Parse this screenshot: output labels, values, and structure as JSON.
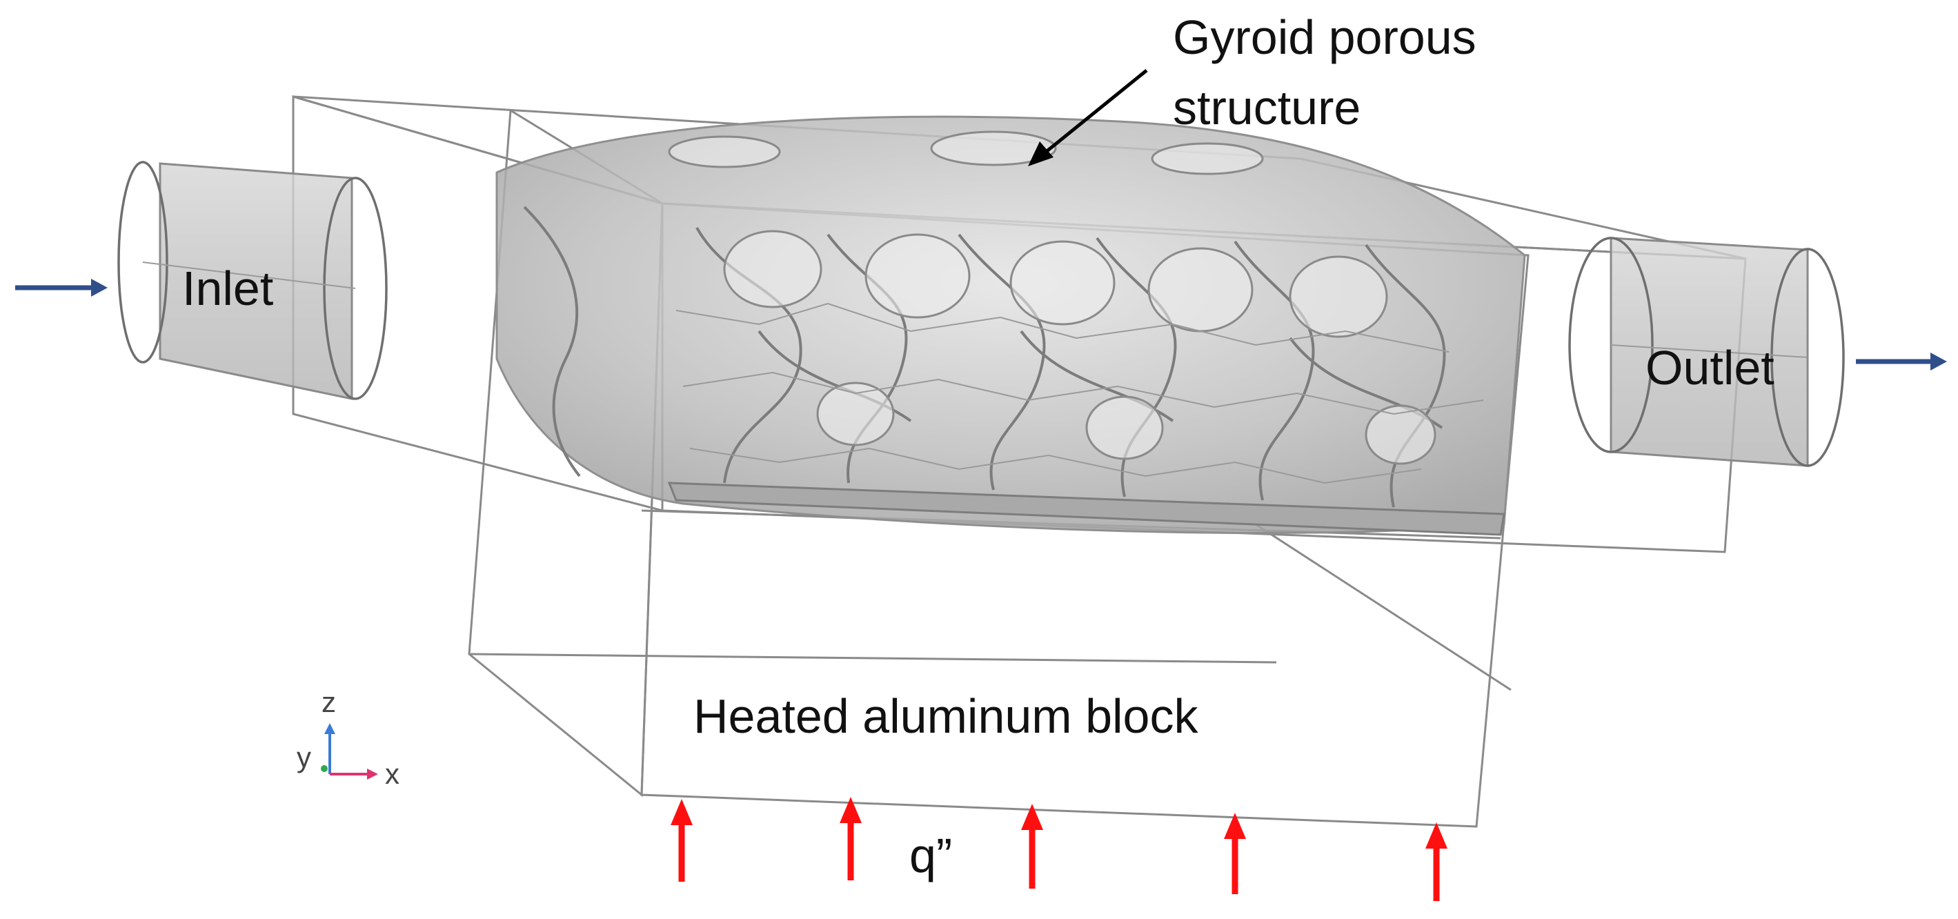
{
  "labels": {
    "inlet": "Inlet",
    "outlet": "Outlet",
    "porous_line1": "Gyroid porous",
    "porous_line2": "structure",
    "block": "Heated aluminum block",
    "heat_flux": "q”"
  },
  "axes": {
    "z": "z",
    "y": "y",
    "x": "x"
  },
  "colors": {
    "flow_arrow": "#2f4f8a",
    "heat_arrow": "#ff1010",
    "housing": "#c9c9c9",
    "edges": "#8a8a8a"
  },
  "heat_arrow_count": 5
}
